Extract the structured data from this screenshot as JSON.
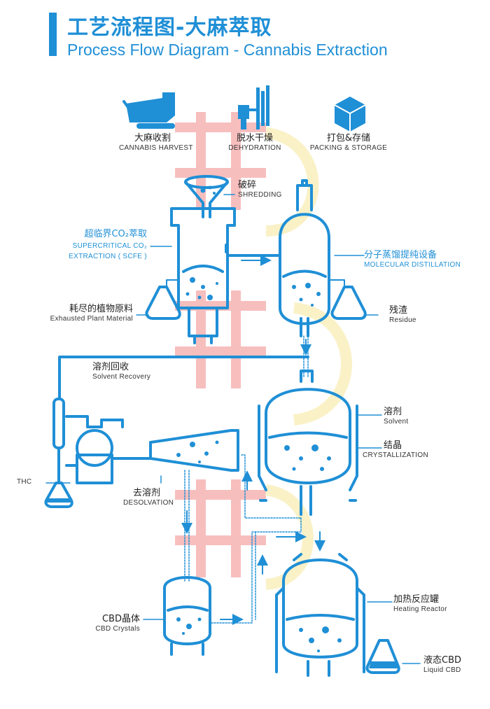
{
  "title": {
    "cn": "工艺流程图-大麻萃取",
    "en": "Process Flow Diagram - Cannabis Extraction"
  },
  "stages_top": [
    {
      "cn": "大麻收割",
      "en": "CANNABIS HARVEST",
      "icon": "harvester-icon"
    },
    {
      "cn": "脱水干燥",
      "en": "DEHYDRATION",
      "icon": "dryer-icon"
    },
    {
      "cn": "打包&存储",
      "en": "PACKING & STORAGE",
      "icon": "box-icon"
    }
  ],
  "labels": {
    "shredding": {
      "cn": "破碎",
      "en": "SHREDDING"
    },
    "scfe": {
      "cn": "超临界CO₂萃取",
      "en1": "SUPERCRITICAL CO₂",
      "en2": "EXTRACTION ( SCFE )"
    },
    "molecular": {
      "cn": "分子蒸馏提纯设备",
      "en": "MOLECULAR DISTILLATION"
    },
    "exhausted": {
      "cn": "耗尽的植物原料",
      "en": "Exhausted Plant Material"
    },
    "residue": {
      "cn": "残渣",
      "en": "Residue"
    },
    "solvent_recovery": {
      "cn": "溶剂回收",
      "en": "Solvent Recovery"
    },
    "solvent": {
      "cn": "溶剂",
      "en": "Solvent"
    },
    "crystallization": {
      "cn": "结晶",
      "en": "CRYSTALLIZATION"
    },
    "thc": {
      "en": "THC"
    },
    "desolvation": {
      "cn": "去溶剂",
      "en": "DESOLVATION"
    },
    "cbd_crystals": {
      "cn": "CBD晶体",
      "en": "CBD Crystals"
    },
    "heating_reactor": {
      "cn": "加热反应罐",
      "en": "Heating Reactor"
    },
    "liquid_cbd": {
      "cn": "液态CBD",
      "en": "Liquid CBD"
    }
  },
  "colors": {
    "primary": "#1f8fd6",
    "watermark_red": "#f28a8a",
    "watermark_yellow": "#f6e79a"
  }
}
